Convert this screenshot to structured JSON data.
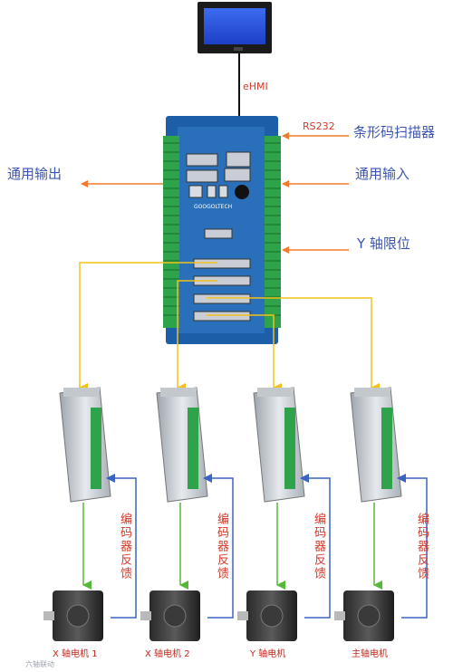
{
  "labels": {
    "ehmi": "eHMI",
    "rs232": "RS232",
    "barcode_scanner": "条形码扫描器",
    "general_output": "通用输出",
    "general_input": "通用输入",
    "y_axis_limit": "Y 轴限位",
    "board_brand": "GOOGOLTECH"
  },
  "drivers": [
    {
      "id": "x1",
      "motor_label": "X 轴电机 1",
      "feedback_label": "编码器反馈"
    },
    {
      "id": "x2",
      "motor_label": "X 轴电机 2",
      "feedback_label": "编码器反馈"
    },
    {
      "id": "y",
      "motor_label": "Y 轴电机",
      "feedback_label": "编码器反馈"
    },
    {
      "id": "main",
      "motor_label": "主轴电机",
      "feedback_label": "编码器反馈"
    }
  ],
  "watermark": "六轴联动",
  "colors": {
    "output_arrow": "#f07b2e",
    "input_arrow": "#f07b2e",
    "signal_line": "#f2c21b",
    "command_line": "#56b83a",
    "feedback_line": "#3b63c4",
    "label_blue": "#3a55b4",
    "label_red": "#d23a2a",
    "board_body": "#1d5ea8",
    "terminal_green": "#2fa34a"
  }
}
